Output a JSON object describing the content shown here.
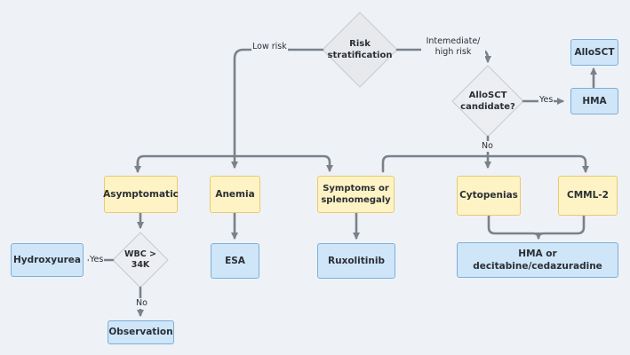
{
  "decisions": {
    "risk": "Risk stratification",
    "allosct_candidate": "AlloSCT candidate?",
    "wbc": "WBC > 34K"
  },
  "boxes": {
    "allosct": "AlloSCT",
    "hma": "HMA",
    "asymptomatic": "Asymptomatic",
    "anemia": "Anemia",
    "symptoms": "Symptoms or splenomegaly",
    "cytopenias": "Cytopenias",
    "cmml2": "CMML-2",
    "hydroxyurea": "Hydroxyurea",
    "esa": "ESA",
    "ruxolitinib": "Ruxolitinib",
    "hma_combo": "HMA or decitabine/cedazuradine",
    "observation": "Observation"
  },
  "edge_labels": {
    "low_risk": "Low risk",
    "intermediate_high_risk": "Intemediate/ high risk",
    "yes_hma": "Yes",
    "no_allosct": "No",
    "yes_hydroxyurea": "Yes",
    "no_observation": "No"
  },
  "colors": {
    "yellow_fill": "#fdf3c4",
    "yellow_border": "#ecc873",
    "blue_fill": "#cfe5f8",
    "blue_border": "#7eafd8",
    "diamond_fill": "#e7e9ec",
    "line": "#7a818b"
  }
}
